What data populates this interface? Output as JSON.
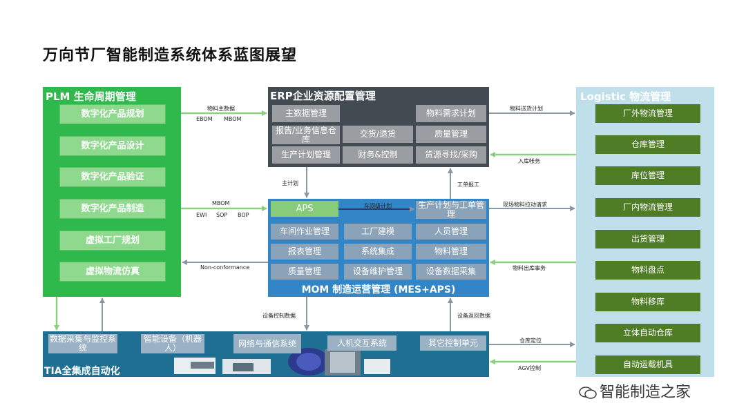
{
  "title": "万向节厂智能制造系统体系蓝图展望",
  "plm": {
    "title": "PLM 生命周期管理",
    "items": [
      "数字化产品规划",
      "数字化产品设计",
      "数字化产品验证",
      "数字化产品制造",
      "虚拟工厂规划",
      "虚拟物流仿真"
    ]
  },
  "erp": {
    "title": "ERP企业资源配置管理",
    "cells": [
      "主数据管理",
      "物料需求计划",
      "报告/业务信息仓库",
      "交货/退货",
      "质量管理",
      "生产计划管理",
      "财务&控制",
      "货源寻找/采购"
    ]
  },
  "mom": {
    "title": "MOM 制造运营管理 (MES+APS)",
    "aps": "APS",
    "plan": "生产计划与工单管理",
    "cells": [
      "车间作业管理",
      "工厂建模",
      "人员管理",
      "报表管理",
      "系统集成",
      "物料管理",
      "质量管理",
      "设备维护管理",
      "设备数据采集"
    ]
  },
  "logistic": {
    "title": "Logistic 物流管理",
    "items": [
      "厂外物流管理",
      "仓库管理",
      "库位管理",
      "厂内物流管理",
      "出货管理",
      "物料盘点",
      "物料移库",
      "立体自动仓库",
      "自动运载机具"
    ]
  },
  "tia": {
    "title": "TIA全集成自动化",
    "cells": [
      "数据采集与监控系统",
      "智能设备（机器人）",
      "网络与通信系统",
      "人机交互系统",
      "其它控制单元"
    ]
  },
  "labels": {
    "plm_erp_1": "物料主数据",
    "plm_erp_2": "EBOM",
    "plm_erp_3": "MBOM",
    "plm_mom_1": "MBOM",
    "plm_mom_2": "EWI",
    "plm_mom_3": "SOP",
    "plm_mom_4": "BOP",
    "nonconf": "Non-conformance",
    "erp_log": "物料送货计划",
    "log_erp": "入库帐务",
    "main_plan": "主计划",
    "work_report": "工单报工",
    "shop_plan": "车间级计划",
    "pull_req": "现场物料拉动请求",
    "issue_tx": "物料出库事务",
    "dev_ctrl": "设备控制数据",
    "dev_ret": "设备返回数据",
    "store_loc": "仓库定位",
    "agv": "AGV控制"
  },
  "watermark": "智能制造之家",
  "colors": {
    "plm": "#2fb84b",
    "erp": "#424a52",
    "mom": "#3286c8",
    "logistic": "#bfe0ea",
    "tia": "#1f6f92",
    "arrow_green": "#8ccf7e",
    "arrow_gray": "#8a97a4"
  }
}
